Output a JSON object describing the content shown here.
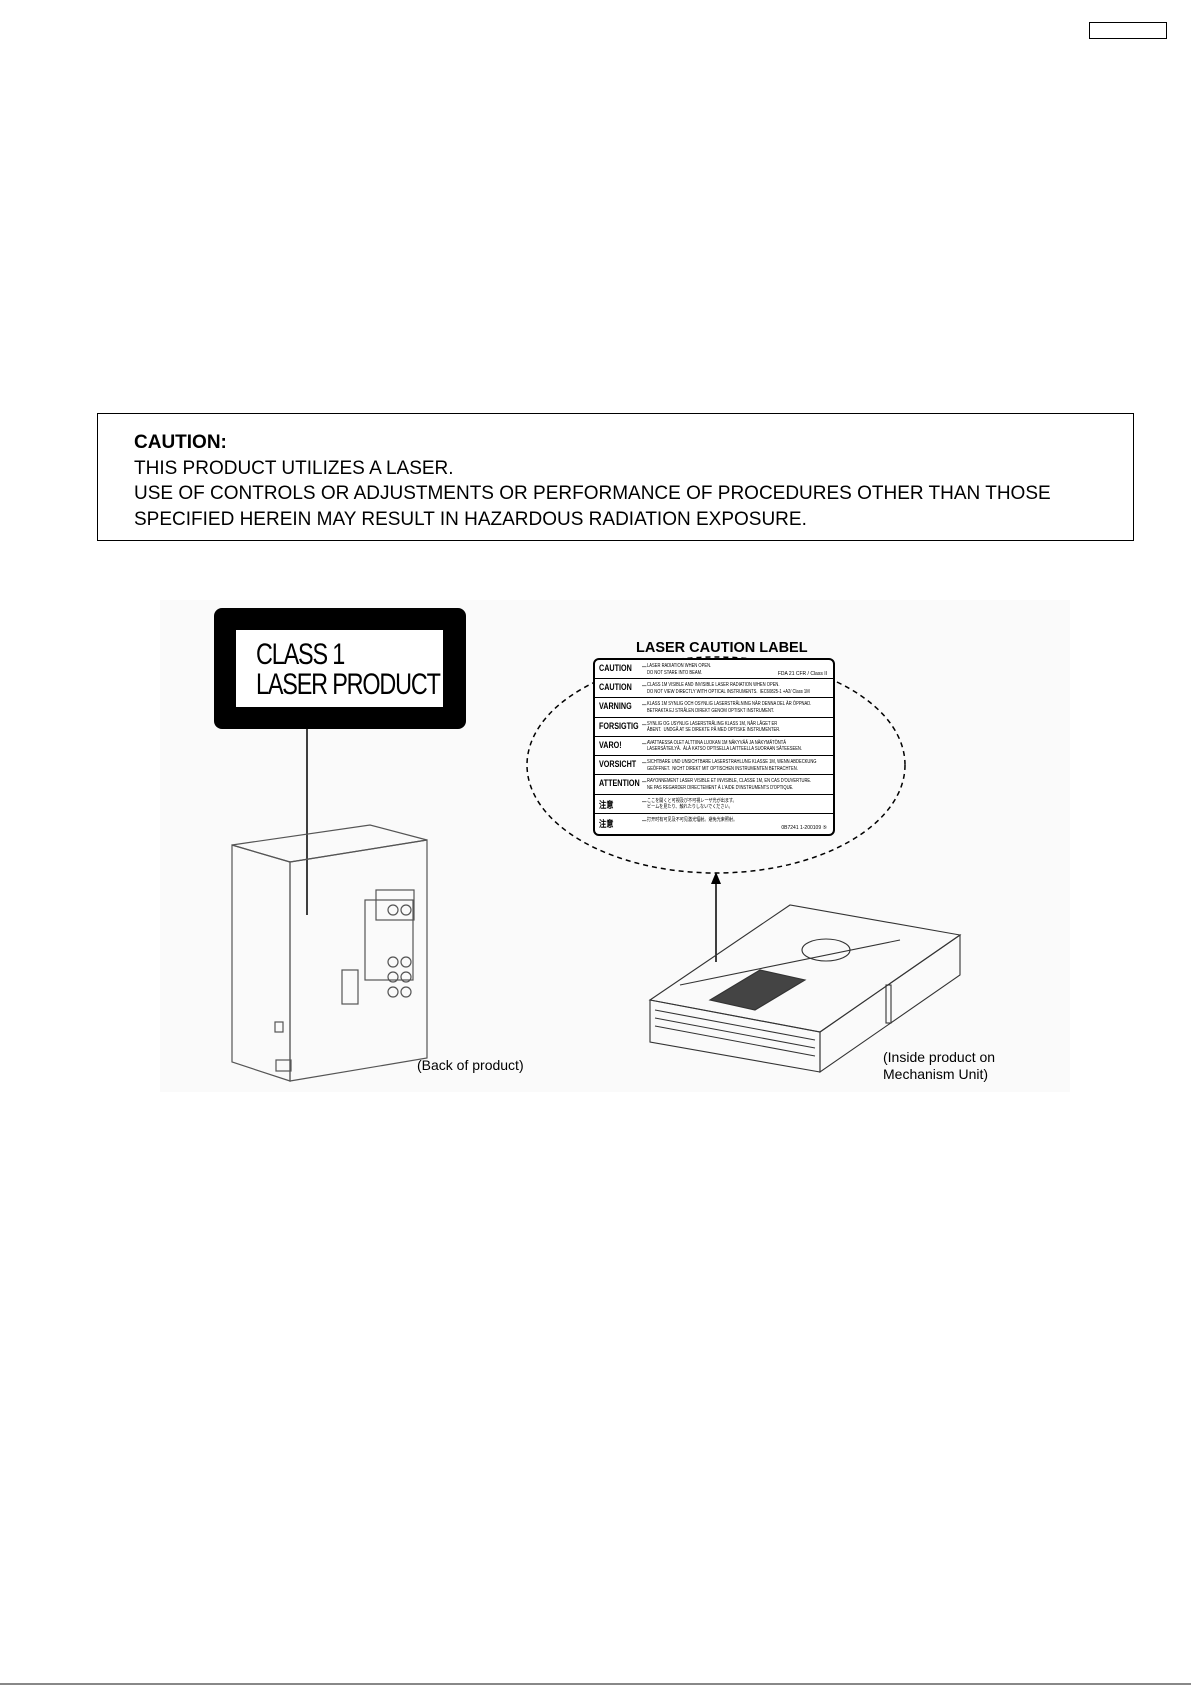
{
  "caution": {
    "title": "CAUTION:",
    "line1": "THIS PRODUCT UTILIZES A LASER.",
    "line2": "USE OF CONTROLS OR ADJUSTMENTS OR PERFORMANCE OF PROCEDURES OTHER THAN THOSE",
    "line3": "SPECIFIED HEREIN MAY RESULT IN HAZARDOUS RADIATION EXPOSURE."
  },
  "class_label": {
    "line1": "CLASS 1",
    "line2": "LASER PRODUCT"
  },
  "laser_caution_label": {
    "title": "LASER CAUTION LABEL",
    "rows": [
      {
        "head": "CAUTION",
        "text": "LASER RADIATION WHEN OPEN.\nDO NOT STARE INTO BEAM.",
        "note": "FDA 21 CFR / Class II"
      },
      {
        "head": "CAUTION",
        "text": "CLASS 1M VISIBLE AND INVISIBLE LASER RADIATION WHEN OPEN.\nDO NOT VIEW DIRECTLY WITH OPTICAL INSTRUMENTS.  IEC60825-1 +A2/ Class 1M",
        "note": ""
      },
      {
        "head": "VARNING",
        "text": "KLASS 1M SYNLIG OCH OSYNLIG LASERSTRÅLNING NÄR DENNA DEL ÄR ÖPPNAD.\nBETRAKTA EJ STRÅLEN DIREKT GENOM OPTISKT INSTRUMENT.",
        "note": ""
      },
      {
        "head": "FORSIGTIG",
        "text": "SYNLIG OG USYNLIG LASERSTRÅLING KLASS 1M, NÅR LÅGET ER\nÅBENT.  UNDGÅ AT SE DIREKTE PÅ MED OPTISKE INSTRUMENTER.",
        "note": ""
      },
      {
        "head": "VARO!",
        "text": "AVATTAESSA OLET ALTTIINA LUOKAN 1M NÄKYVÄÄ JA NÄKYMÄTÖNTÄ\nLASERSÄTEILYÄ.  ÄLÄ KATSO OPTISELLA LAITTEELLA SUORAAN SÄTEESEEN.",
        "note": ""
      },
      {
        "head": "VORSICHT",
        "text": "SICHTBARE UND UNSICHTBARE LASERSTRAHLUNG KLASSE 1M, WENN ABDECKUNG\nGEÖFFNET.  NICHT DIREKT MIT OPTISCHEN INSTRUMENTEN BETRACHTEN.",
        "note": ""
      },
      {
        "head": "ATTENTION",
        "text": "RAYONNEMENT LASER VISIBLE ET INVISIBLE, CLASSE 1M, EN CAS D'OUVERTURE.\nNE PAS REGARDER DIRECTEMENT À L'AIDE D'INSTRUMENTS D'OPTIQUE.",
        "note": ""
      },
      {
        "head": "注意",
        "text": "ここを開くと可視及び不可視レーザ光が出ます。\nビームを見たり、触れたりしないでください。",
        "note": ""
      },
      {
        "head": "注意",
        "text": "打开时有可见及不可见激光辐射。避免光束照射。",
        "note": "0B7241  1-200109  ⑤"
      }
    ]
  },
  "captions": {
    "back": "(Back of product)",
    "inside_line1": "(Inside product on",
    "inside_line2": "Mechanism Unit)"
  }
}
